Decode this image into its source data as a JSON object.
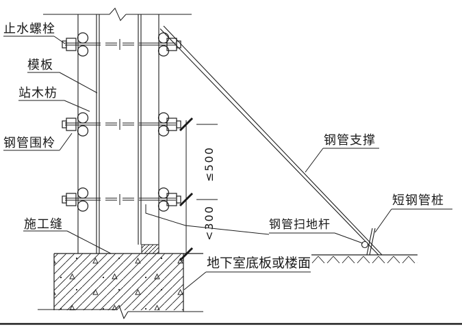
{
  "drawing": {
    "labels": {
      "water_stop_bolt": "止水螺栓",
      "formwork": "模板",
      "vertical_timber": "站木枋",
      "steel_pipe_waler": "钢管围柃",
      "construction_joint": "施工缝",
      "steel_pipe_brace": "钢管支撑",
      "short_steel_pipe_pile": "短钢管桩",
      "steel_pipe_sweeping_rod": "钢管扫地杆",
      "basement_slab_or_floor": "地下室底板或楼面"
    },
    "dimensions": {
      "waler_spacing_max": "≤500",
      "bottom_offset_max": "<300"
    },
    "colors": {
      "line": "#1a1a1a",
      "background": "#ffffff"
    }
  }
}
